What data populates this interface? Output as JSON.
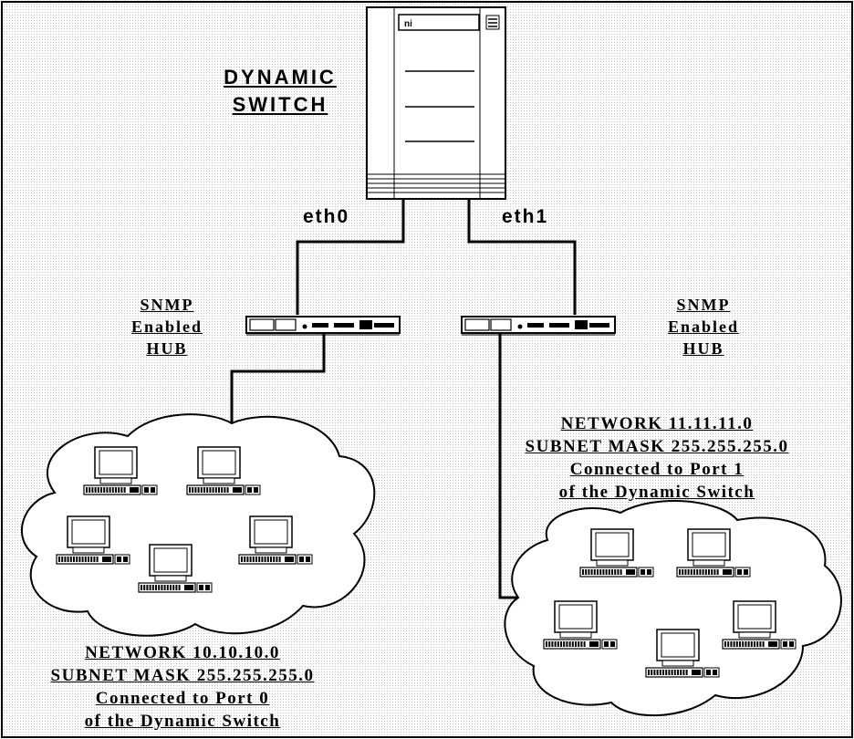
{
  "switch": {
    "title_line1": "DYNAMIC",
    "title_line2": "SWITCH",
    "panel_text": "ni"
  },
  "ports": {
    "left": "eth0",
    "right": "eth1"
  },
  "hub_left": {
    "line1": "SNMP",
    "line2": "Enabled",
    "line3": "HUB"
  },
  "hub_right": {
    "line1": "SNMP",
    "line2": "Enabled",
    "line3": "HUB"
  },
  "network_left": {
    "line1": "NETWORK 10.10.10.0",
    "line2": "SUBNET MASK 255.255.255.0",
    "line3": "Connected to Port 0",
    "line4": "of the Dynamic Switch"
  },
  "network_right": {
    "line1": "NETWORK 11.11.11.0",
    "line2": "SUBNET MASK 255.255.255.0",
    "line3": "Connected to Port 1",
    "line4": "of the Dynamic Switch"
  },
  "icons": [
    "switch-chassis-icon",
    "hub-device-icon",
    "cloud-icon",
    "computer-workstation-icon"
  ]
}
